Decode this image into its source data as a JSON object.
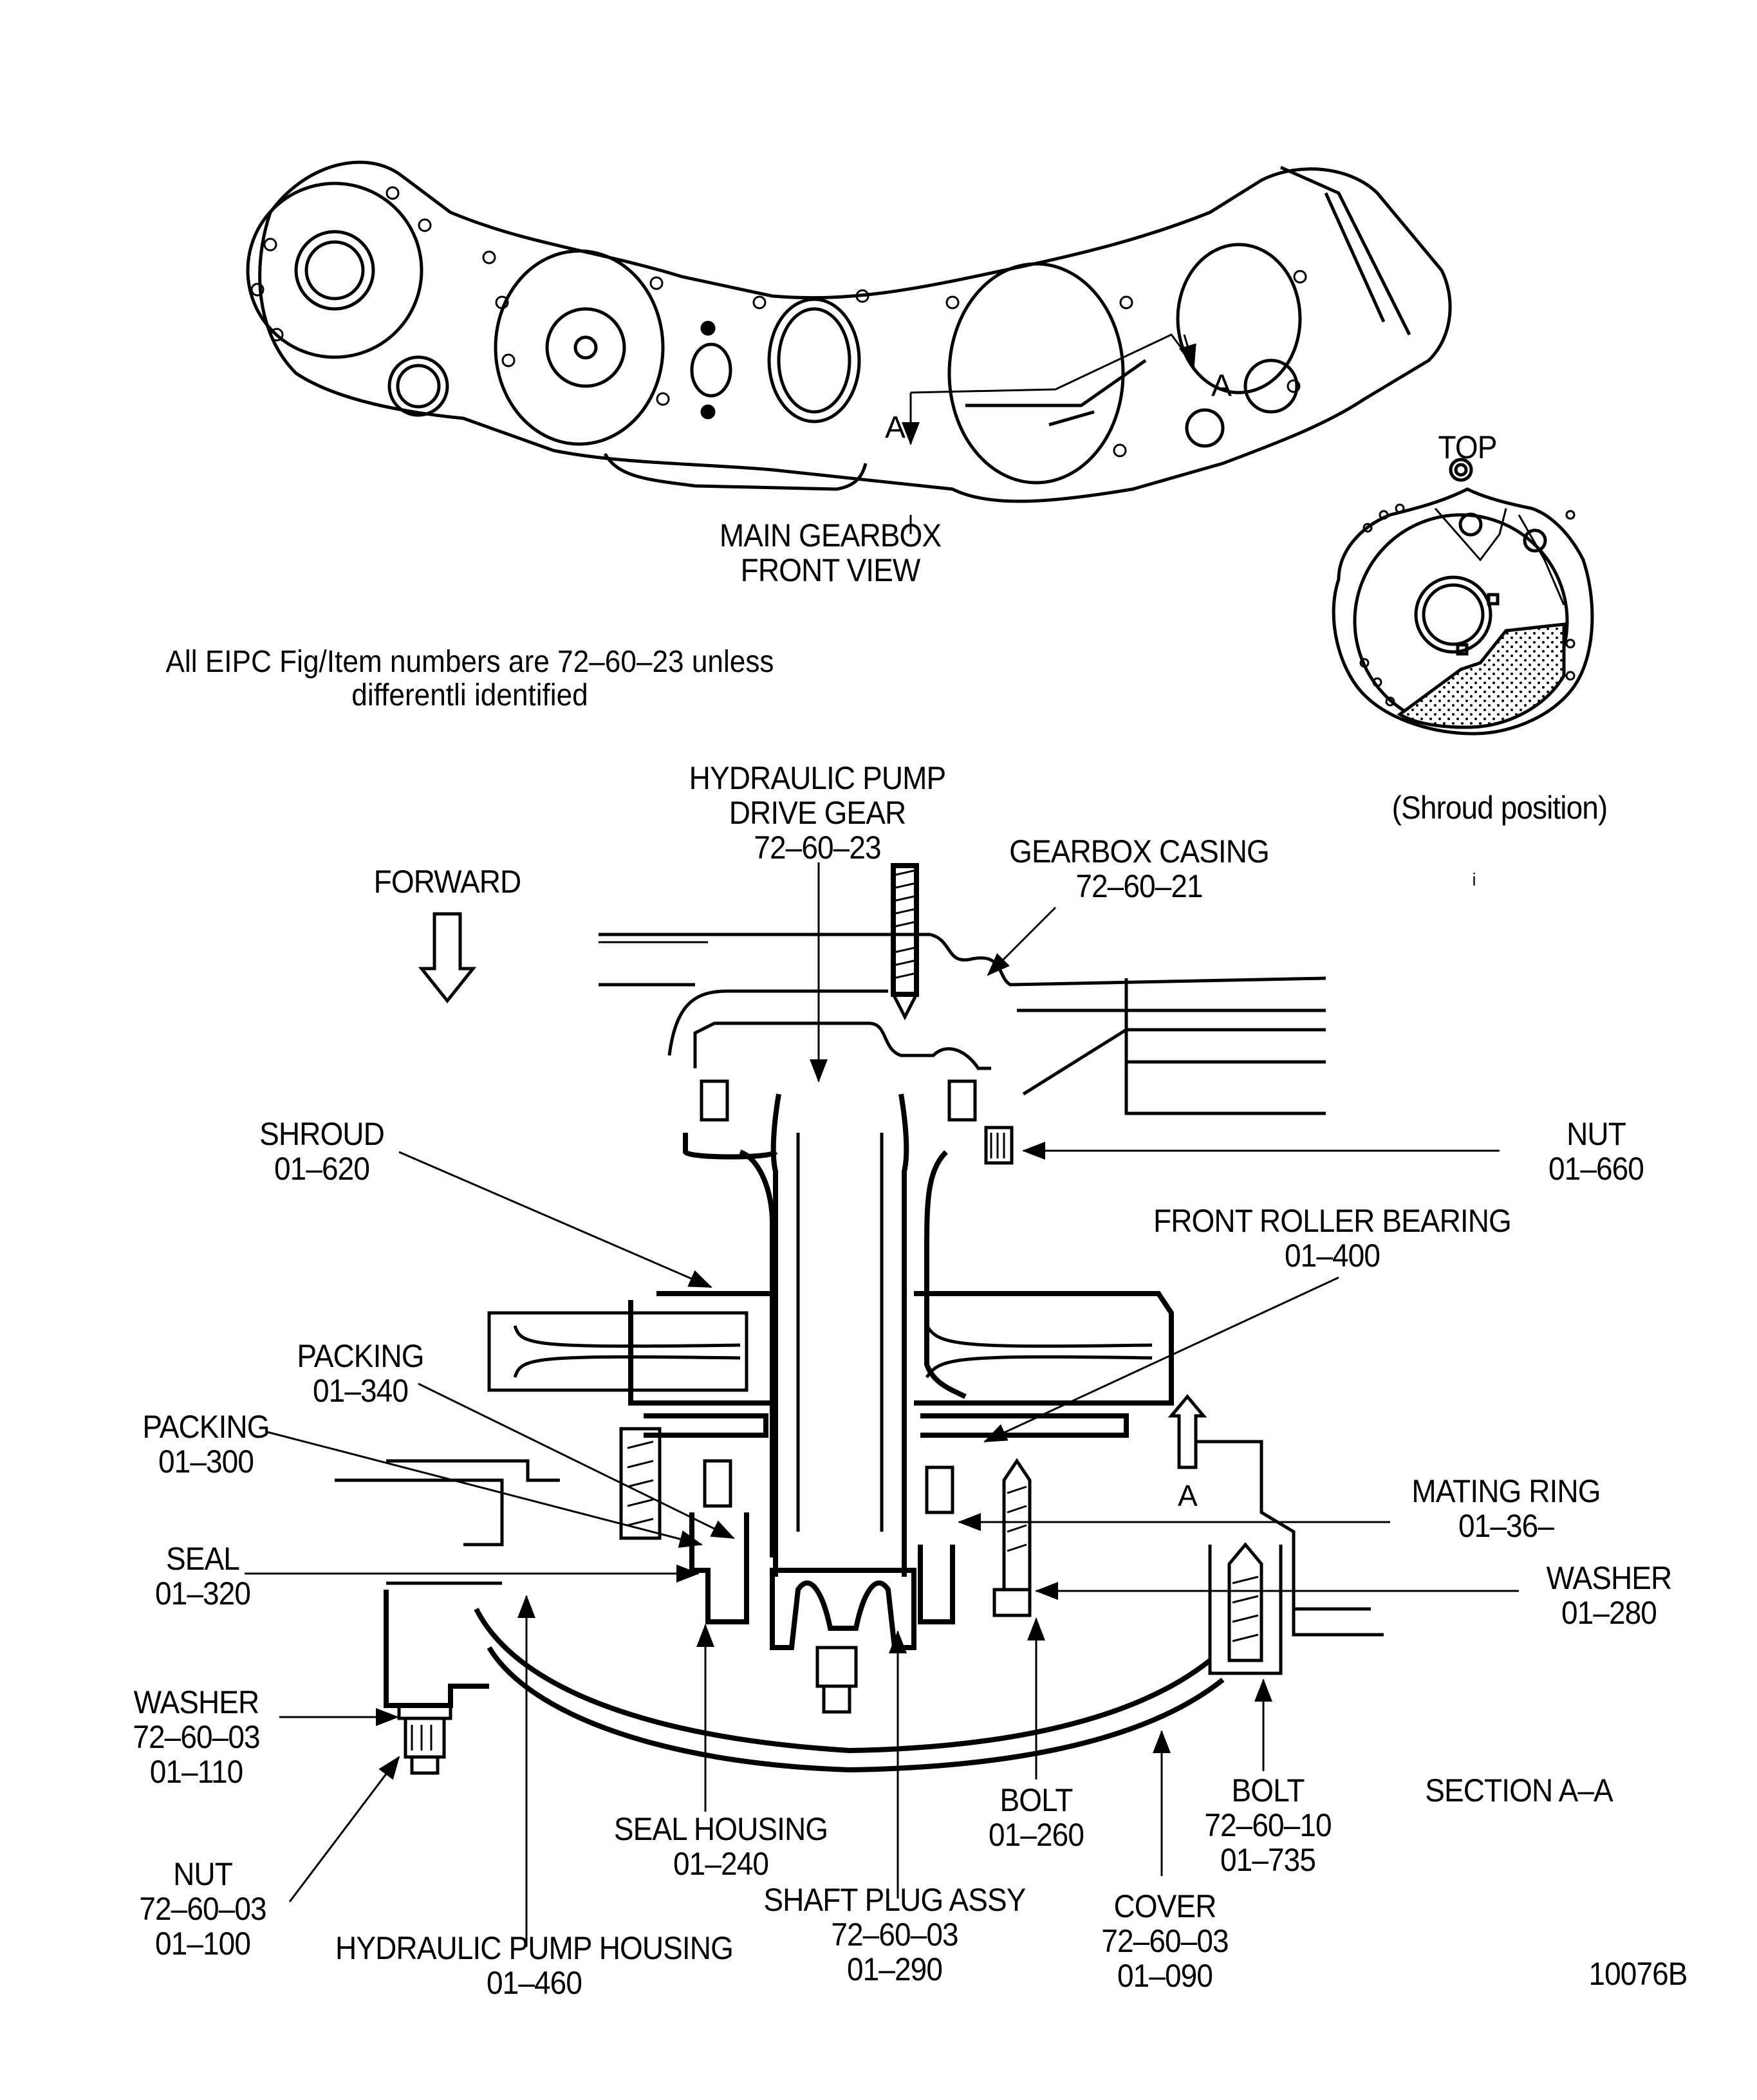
{
  "top_view": {
    "title_line1": "MAIN GEARBOX",
    "title_line2": "FRONT VIEW",
    "section_marker": "A",
    "section_marker_right": "A"
  },
  "inset": {
    "top_label": "TOP",
    "caption": "(Shroud position)",
    "stray_mark": "i"
  },
  "note": {
    "line1": "All EIPC Fig/Item numbers are 72–60–23 unless",
    "line2": "differentli identified"
  },
  "forward_label": "FORWARD",
  "section_view_marker": "A",
  "section_title": "SECTION A–A",
  "figure_id": "10076B",
  "callouts": {
    "drive_gear": {
      "lines": [
        "HYDRAULIC PUMP",
        "DRIVE GEAR",
        "72–60–23"
      ]
    },
    "gearbox_casing": {
      "lines": [
        "GEARBOX CASING",
        "72–60–21"
      ]
    },
    "shroud": {
      "lines": [
        "SHROUD",
        "01–620"
      ]
    },
    "nut_660": {
      "lines": [
        "NUT",
        "01–660"
      ]
    },
    "front_roller_bearing": {
      "lines": [
        "FRONT ROLLER BEARING",
        "01–400"
      ]
    },
    "packing_340": {
      "lines": [
        "PACKING",
        "01–340"
      ]
    },
    "packing_300": {
      "lines": [
        "PACKING",
        "01–300"
      ]
    },
    "mating_ring": {
      "lines": [
        "MATING RING",
        "01–36–"
      ]
    },
    "seal_320": {
      "lines": [
        "SEAL",
        "01–320"
      ]
    },
    "washer_280": {
      "lines": [
        "WASHER",
        "01–280"
      ]
    },
    "washer_110": {
      "lines": [
        "WASHER",
        "72–60–03",
        "01–110"
      ]
    },
    "nut_100": {
      "lines": [
        "NUT",
        "72–60–03",
        "01–100"
      ]
    },
    "hyd_pump_housing": {
      "lines": [
        "HYDRAULIC PUMP HOUSING",
        "01–460"
      ]
    },
    "seal_housing": {
      "lines": [
        "SEAL HOUSING",
        "01–240"
      ]
    },
    "shaft_plug": {
      "lines": [
        "SHAFT PLUG ASSY",
        "72–60–03",
        "01–290"
      ]
    },
    "bolt_260": {
      "lines": [
        "BOLT",
        "01–260"
      ]
    },
    "cover": {
      "lines": [
        "COVER",
        "72–60–03",
        "01–090"
      ]
    },
    "bolt_735": {
      "lines": [
        "BOLT",
        "72–60–10",
        "01–735"
      ]
    }
  }
}
